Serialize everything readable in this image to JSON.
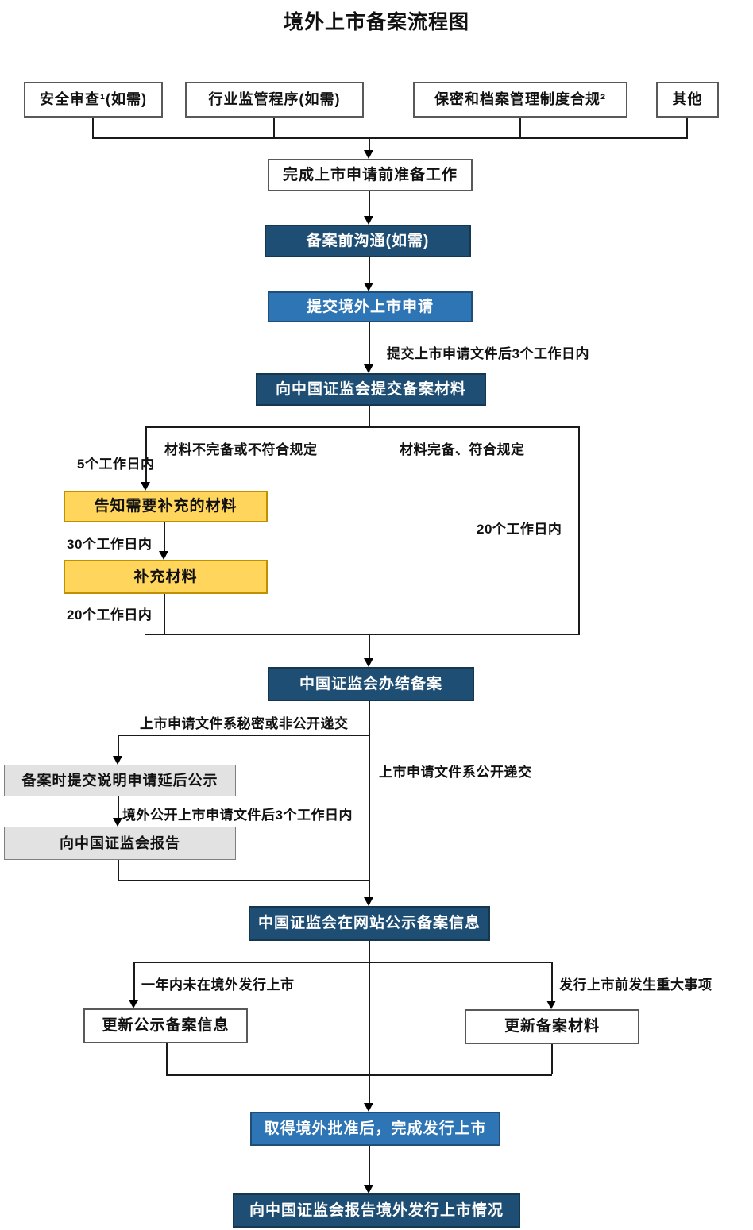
{
  "title": "境外上市备案流程图",
  "colors": {
    "dark_blue": "#1F4E74",
    "medium_blue": "#2E75B6",
    "yellow": "#FFD55C",
    "gray": "#E2E2E2"
  },
  "top_row": {
    "security_review": "安全审查¹(如需)",
    "industry_regulation": "行业监管程序(如需)",
    "confidentiality_compliance": "保密和档案管理制度合规²",
    "other": "其他"
  },
  "nodes": {
    "prep": "完成上市申请前准备工作",
    "pre_filing_comm": "备案前沟通(如需)",
    "submit_overseas_application": "提交境外上市申请",
    "submit_filing_materials": "向中国证监会提交备案材料",
    "notify_supplement": "告知需要补充的材料",
    "supplement_materials": "补充材料",
    "complete_filing": "中国证监会办结备案",
    "delay_publicity": "备案时提交说明申请延后公示",
    "report_to_csrc": "向中国证监会报告",
    "publicize_filing": "中国证监会在网站公示备案信息",
    "update_publicity": "更新公示备案信息",
    "update_materials": "更新备案材料",
    "complete_listing": "取得境外批准后，完成发行上市",
    "report_listing_result": "向中国证监会报告境外发行上市情况"
  },
  "edge_labels": {
    "submit_3_days": "提交上市申请文件后3个工作日内",
    "materials_incomplete": "材料不完备或不符合规定",
    "materials_complete": "材料完备、符合规定",
    "within_5_days": "5个工作日内",
    "within_30_days": "30个工作日内",
    "within_20_days_left": "20个工作日内",
    "within_20_days_right": "20个工作日内",
    "secret_submission": "上市申请文件系秘密或非公开递交",
    "public_submission": "上市申请文件系公开递交",
    "overseas_public_3_days": "境外公开上市申请文件后3个工作日内",
    "one_year_not_listed": "一年内未在境外发行上市",
    "major_event": "发行上市前发生重大事项"
  }
}
